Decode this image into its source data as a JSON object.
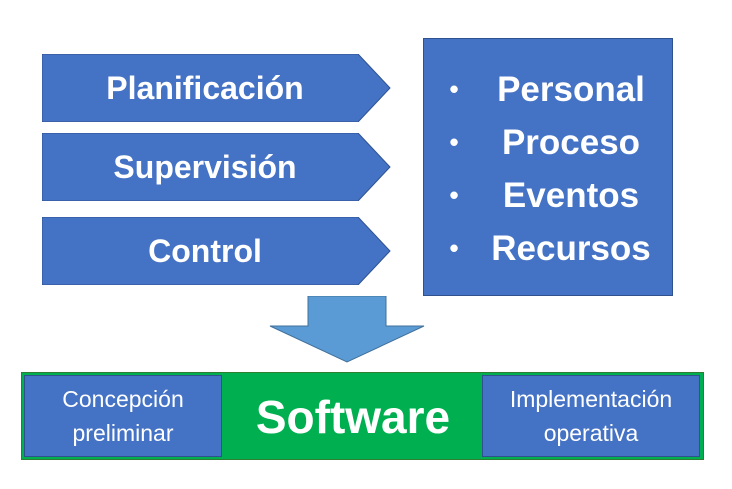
{
  "stages": [
    {
      "label": "Planificación"
    },
    {
      "label": "Supervisión"
    },
    {
      "label": "Control"
    }
  ],
  "aspects": [
    {
      "bullet": "•",
      "label": "Personal"
    },
    {
      "bullet": "•",
      "label": "Proceso"
    },
    {
      "bullet": "•",
      "label": "Eventos"
    },
    {
      "bullet": "•",
      "label": "Recursos"
    }
  ],
  "software": {
    "title": "Software",
    "left_lines": [
      "Concepción",
      "preliminar"
    ],
    "right_lines": [
      "Implementación",
      "operativa"
    ]
  },
  "colors": {
    "blue_fill": "#4472c4",
    "blue_border": "#2f528f",
    "green_fill": "#00b050",
    "arrow_fill": "#5b9bd5",
    "text": "#ffffff"
  }
}
